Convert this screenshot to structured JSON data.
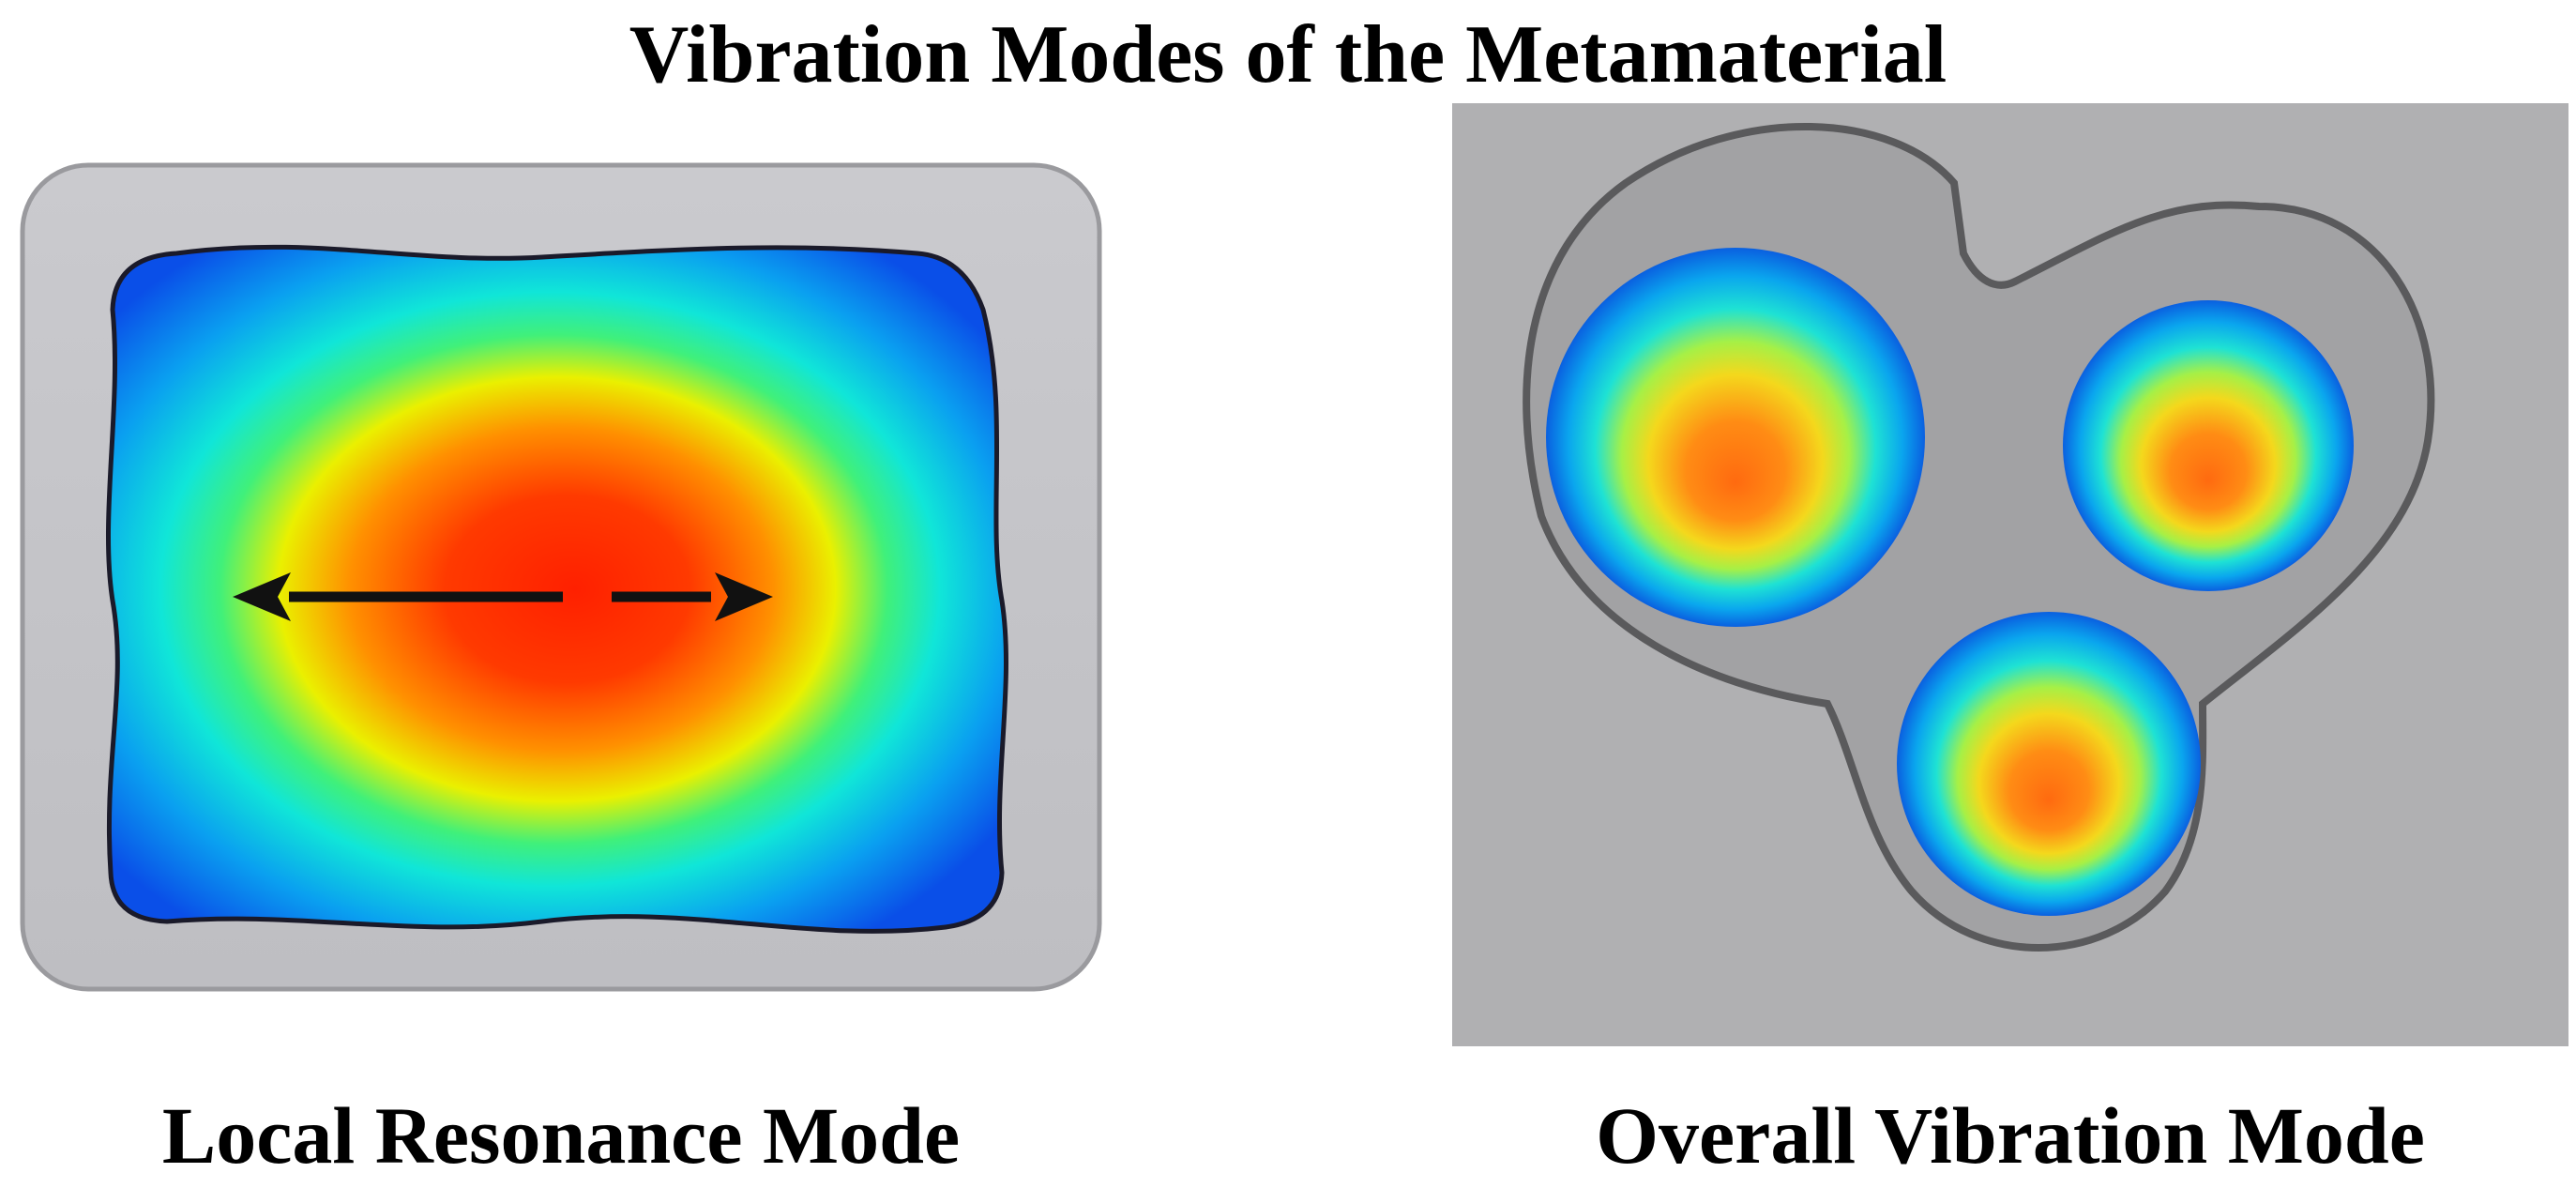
{
  "title": "Vibration Modes of the Metamaterial",
  "panels": [
    {
      "caption": "Local Resonance Mode",
      "icon": "double-headed-arrow-icon"
    },
    {
      "caption": "Overall Vibration Mode"
    }
  ],
  "colors": {
    "frame_gray": "#c4c4c8",
    "background_gray": "#b0b0b2",
    "matrix_gray": "#a2a2a4",
    "outline": "#555555",
    "field_hot": "#ff2000",
    "field_orange": "#ff9000",
    "field_yellow": "#eaf000",
    "field_cyan": "#10e6d8",
    "field_blue": "#0a4fe8"
  }
}
